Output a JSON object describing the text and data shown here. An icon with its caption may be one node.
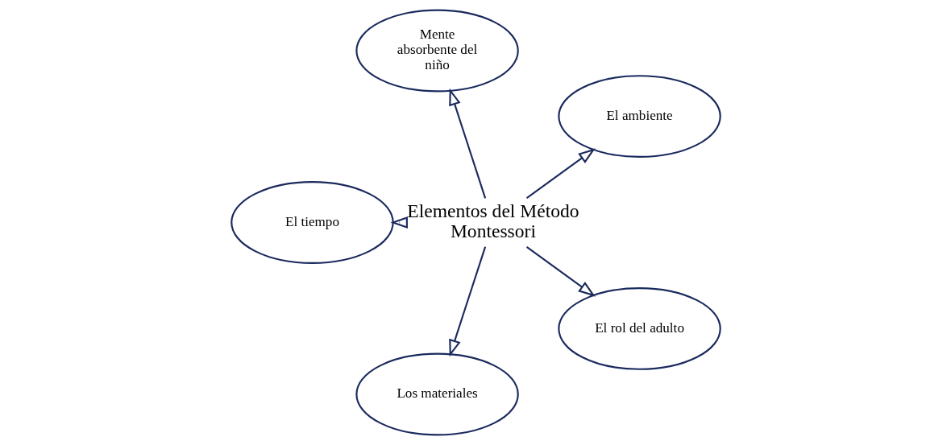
{
  "diagram": {
    "nodes": [
      {
        "text": [
          "El ambiente"
        ]
      },
      {
        "text": [
          "Mente absorbente del niño"
        ]
      },
      {
        "text": [
          "Elementos del Método Montessori"
        ]
      },
      {
        "text": [
          "El tiempo"
        ]
      },
      {
        "text": [
          "Los materiales"
        ]
      },
      {
        "text": [
          "El rol del adulto"
        ]
      }
    ],
    "edges": [
      {
        "from": 2,
        "to": 0,
        "arrow": "to"
      },
      {
        "from": 2,
        "to": 1,
        "arrow": "to"
      },
      {
        "from": 2,
        "to": 3,
        "arrow": "to"
      },
      {
        "from": 2,
        "to": 4,
        "arrow": "to"
      },
      {
        "from": 2,
        "to": 5,
        "arrow": "to"
      }
    ]
  }
}
